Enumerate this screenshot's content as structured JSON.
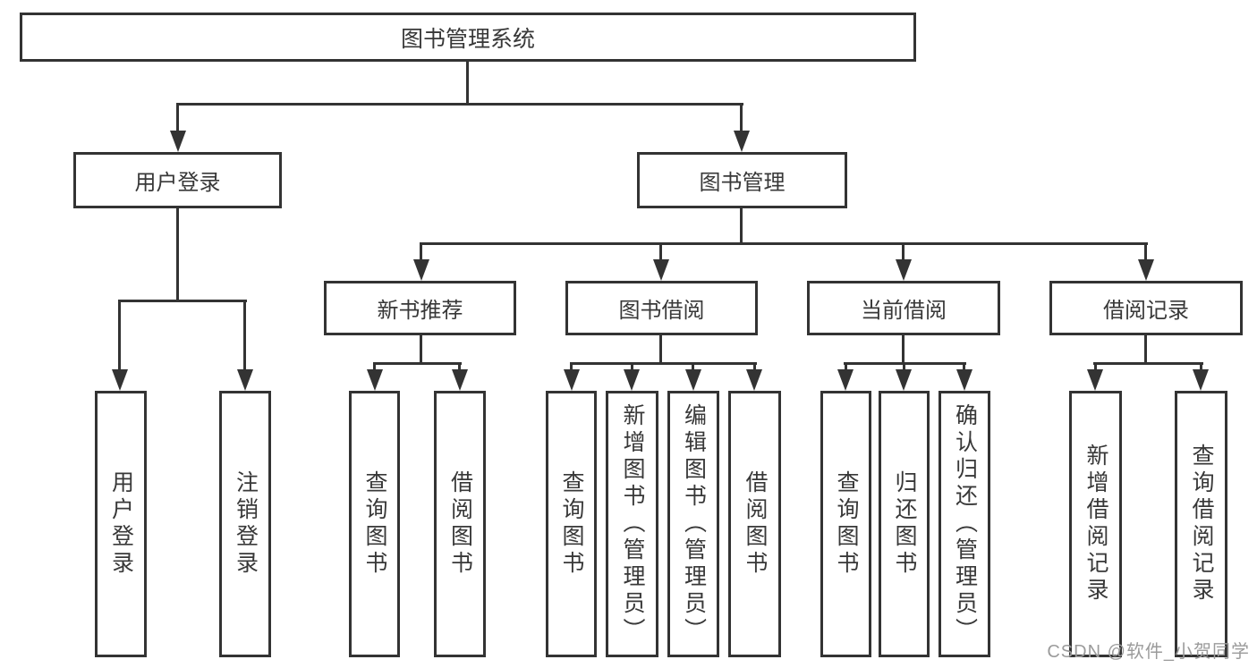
{
  "watermark": {
    "text": "CSDN @软件_小贺同学"
  },
  "colors": {
    "line": "#333333",
    "text": "#383838",
    "background": "#ffffff",
    "watermark": "#9b9b9b"
  },
  "tree": {
    "label": "图书管理系统",
    "children": [
      {
        "label": "用户登录",
        "children": [
          {
            "label": "用户登录"
          },
          {
            "label": "注销登录"
          }
        ]
      },
      {
        "label": "图书管理",
        "children": [
          {
            "label": "新书推荐",
            "children": [
              {
                "label": "查询图书"
              },
              {
                "label": "借阅图书"
              }
            ]
          },
          {
            "label": "图书借阅",
            "children": [
              {
                "label": "查询图书"
              },
              {
                "label": "新增图书（管理员）"
              },
              {
                "label": "编辑图书（管理员）"
              },
              {
                "label": "借阅图书"
              }
            ]
          },
          {
            "label": "当前借阅",
            "children": [
              {
                "label": "查询图书"
              },
              {
                "label": "归还图书"
              },
              {
                "label": "确认归还（管理员）"
              }
            ]
          },
          {
            "label": "借阅记录",
            "children": [
              {
                "label": "新增借阅记录"
              },
              {
                "label": "查询借阅记录"
              }
            ]
          }
        ]
      }
    ]
  }
}
